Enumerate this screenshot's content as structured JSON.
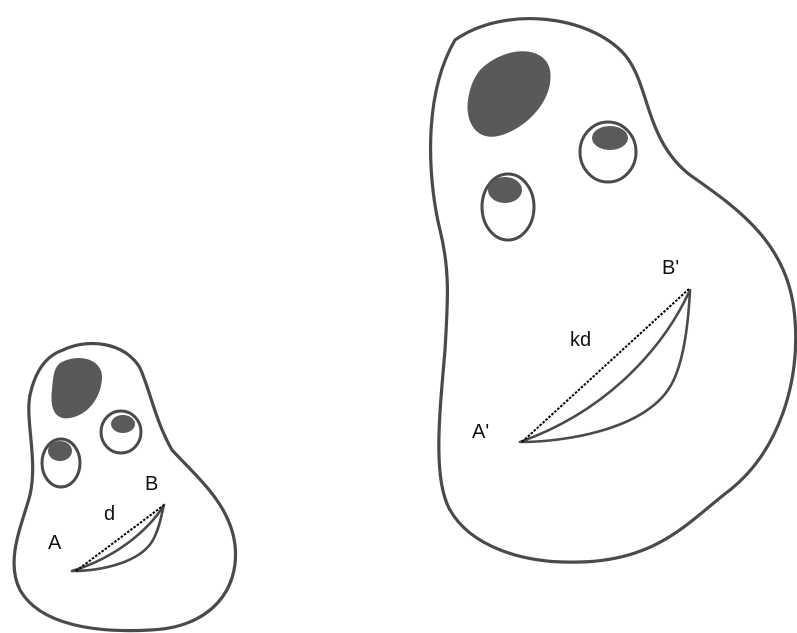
{
  "small_figure": {
    "point_a": "A",
    "point_b": "B",
    "distance": "d"
  },
  "large_figure": {
    "point_a": "A'",
    "point_b": "B'",
    "distance": "kd"
  }
}
